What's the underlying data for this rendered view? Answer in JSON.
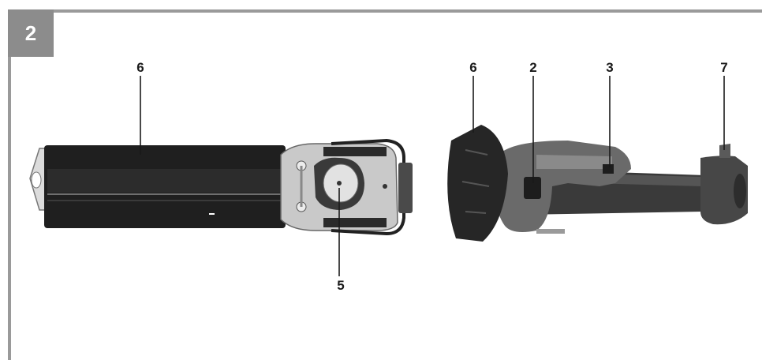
{
  "figure": {
    "number": "2"
  },
  "callouts": {
    "left_six": "6",
    "left_five": "5",
    "right_six": "6",
    "right_two": "2",
    "right_three": "3",
    "right_seven": "7"
  }
}
